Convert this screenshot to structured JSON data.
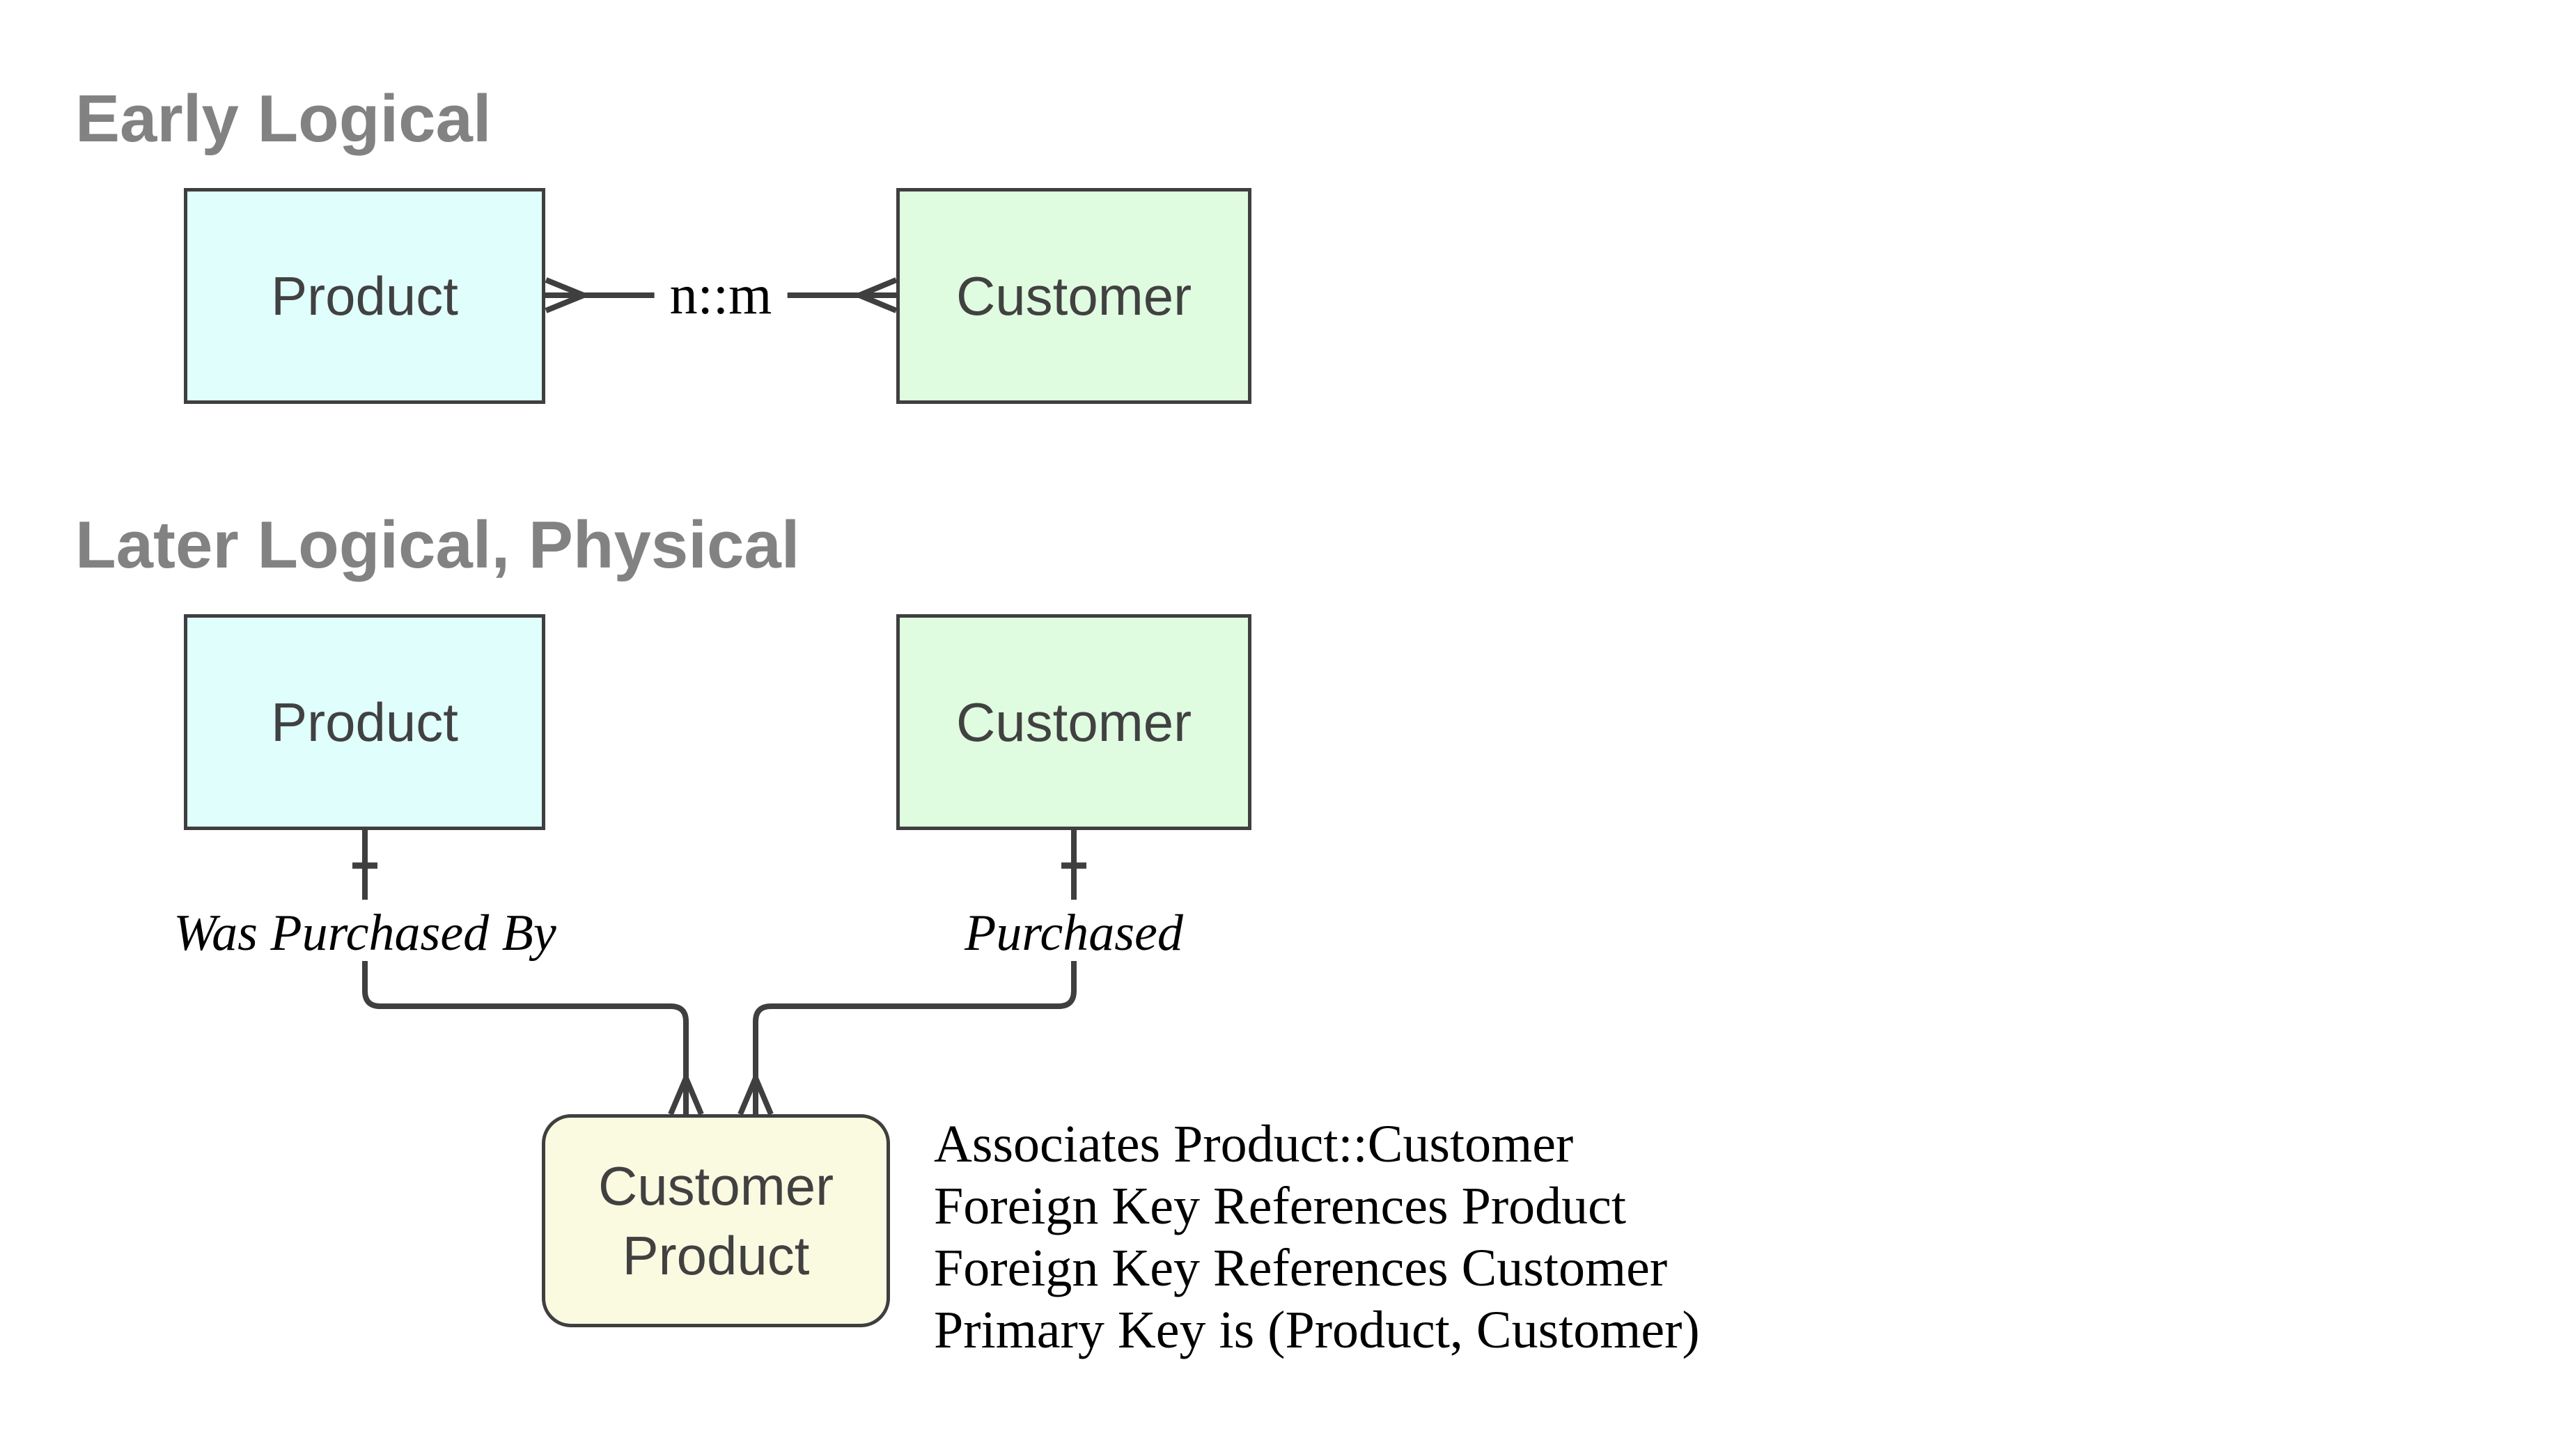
{
  "diagram": {
    "early": {
      "title": "Early Logical",
      "product_label": "Product",
      "customer_label": "Customer",
      "cardinality_label": "n::m"
    },
    "later": {
      "title": "Later Logical, Physical",
      "product_label": "Product",
      "customer_label": "Customer",
      "product_role_label": "Was Purchased By",
      "customer_role_label": "Purchased",
      "associative_entity": {
        "label_line1": "Customer",
        "label_line2": "Product",
        "notes": [
          "Associates Product::Customer",
          "Foreign Key References Product",
          "Foreign Key References Customer",
          "Primary Key is (Product, Customer)"
        ]
      }
    }
  },
  "colors": {
    "product_fill": "#DFFEFC",
    "customer_fill": "#DFFBE0",
    "associative_fill": "#FAFAE1",
    "line": "#3F3F3F",
    "title_text": "#828282",
    "entity_text": "#414141",
    "annotation_text": "#000000"
  }
}
